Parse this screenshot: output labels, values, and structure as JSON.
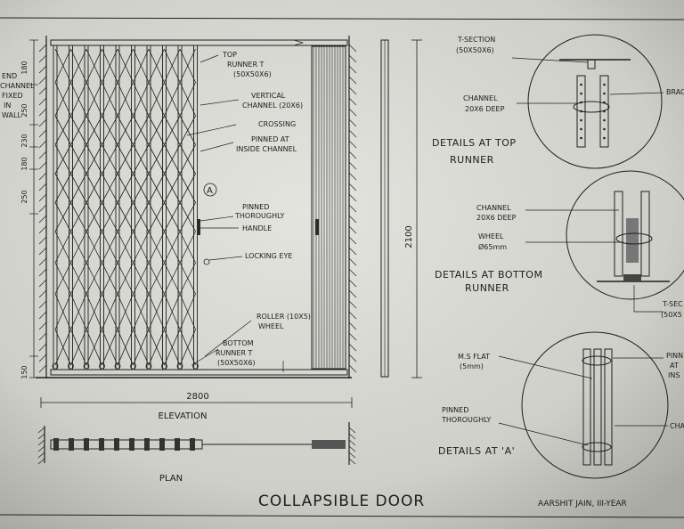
{
  "drawing": {
    "title": "COLLAPSIBLE DOOR",
    "author": "AARSHIT JAIN, III-YEAR",
    "elevation_label": "ELEVATION",
    "plan_label": "PLAN"
  },
  "dimensions": {
    "width": "2800",
    "height": "2100",
    "left_vertical": [
      "180",
      "250",
      "230",
      "180",
      "250",
      "150"
    ]
  },
  "elevation_labels": {
    "top_runner_1": "TOP",
    "top_runner_2": "RUNNER T",
    "top_runner_3": "(50X50X6)",
    "vertical_channel_1": "VERTICAL",
    "vertical_channel_2": "CHANNEL (20X6)",
    "crossing": "CROSSING",
    "pinned_inside_1": "PINNED AT",
    "pinned_inside_2": "INSIDE CHANNEL",
    "marker_a": "A",
    "pinned_thoroughly_1": "PINNED",
    "pinned_thoroughly_2": "THOROUGHLY",
    "handle": "HANDLE",
    "locking_eye": "LOCKING EYE",
    "roller_wheel_1": "ROLLER (10X5)",
    "roller_wheel_2": "WHEEL",
    "bottom_runner_1": "BOTTOM",
    "bottom_runner_2": "RUNNER T",
    "bottom_runner_3": "(50X50X6)",
    "left_note_1": "END",
    "left_note_2": "CHANNEL",
    "left_note_3": "FIXED",
    "left_note_4": "IN",
    "left_note_5": "WALL"
  },
  "detail_top": {
    "t_section_1": "T-SECTION",
    "t_section_2": "(50X50X6)",
    "channel_1": "CHANNEL",
    "channel_2": "20X6 DEEP",
    "bracket": "BRAC",
    "caption_1": "DETAILS AT TOP",
    "caption_2": "RUNNER"
  },
  "detail_bottom": {
    "channel_1": "CHANNEL",
    "channel_2": "20X6 DEEP",
    "wheel_1": "WHEEL",
    "wheel_2": "Ø65mm",
    "t_section_1": "T-SEC",
    "t_section_2": "(50X5",
    "caption_1": "DETAILS AT BOTTOM",
    "caption_2": "RUNNER"
  },
  "detail_a": {
    "ms_flat_1": "M.S FLAT",
    "ms_flat_2": "(5mm)",
    "pinned_1": "PINNED",
    "pinned_2": "THOROUGHLY",
    "pinned_at_1": "PINN",
    "pinned_at_2": "AT",
    "pinned_at_3": "INS",
    "channel": "CHA",
    "caption": "DETAILS AT 'A'"
  }
}
